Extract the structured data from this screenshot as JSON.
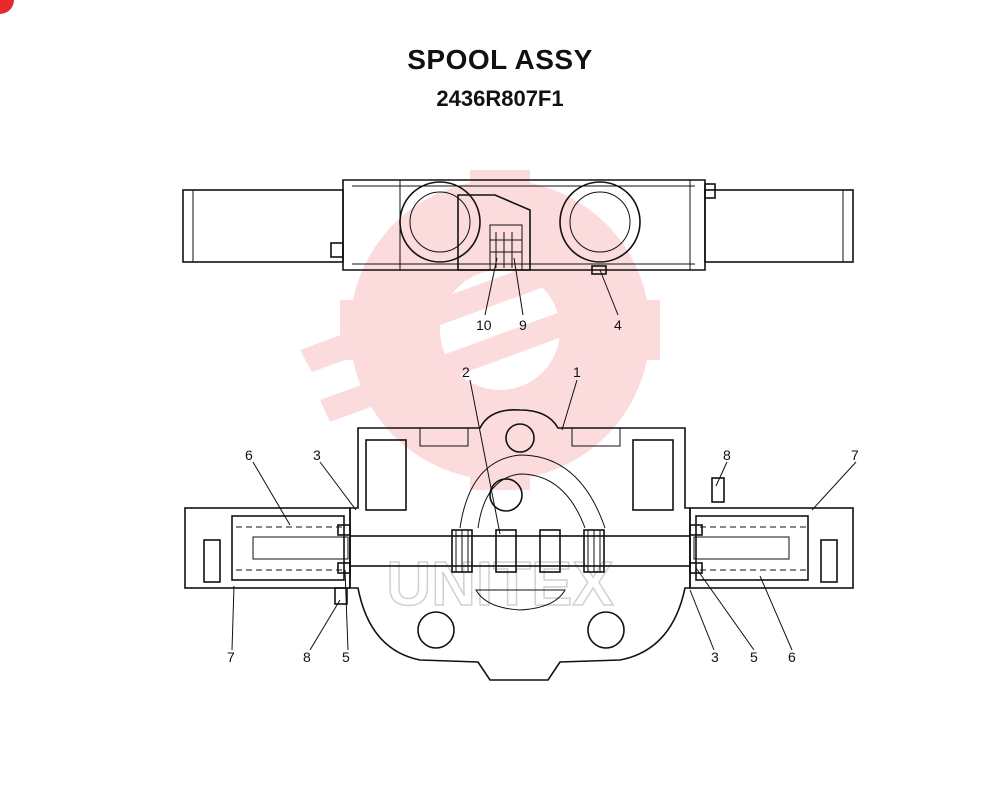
{
  "header": {
    "title": "SPOOL ASSY",
    "part_number": "2436R807F1"
  },
  "watermark": {
    "text": "UNITEX",
    "color": "#e8282f"
  },
  "colors": {
    "accent": "#e8282f",
    "line": "#111111"
  },
  "callouts": {
    "c10": "10",
    "c9": "9",
    "c4": "4",
    "c2": "2",
    "c1": "1",
    "c6_left": "6",
    "c3_left": "3",
    "c8_right": "8",
    "c7_right": "7",
    "c7_left": "7",
    "c8_left": "8",
    "c5_left": "5",
    "c3_right": "3",
    "c5_right": "5",
    "c6_right": "6"
  }
}
